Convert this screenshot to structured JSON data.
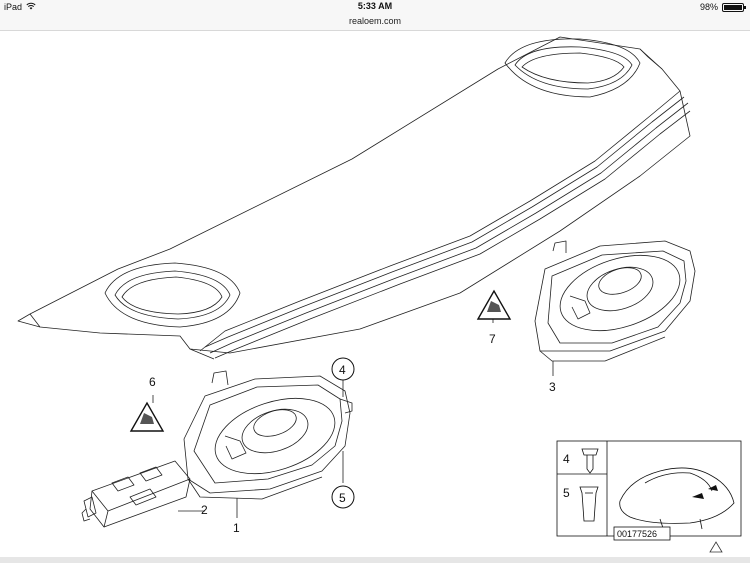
{
  "status_bar": {
    "device": "iPad",
    "time": "5:33 AM",
    "battery": "98%",
    "battery_level": 0.98
  },
  "browser": {
    "url": "realoem.com"
  },
  "diagram": {
    "callouts": {
      "part_1": "1",
      "part_2": "2",
      "part_3": "3",
      "part_4": "4",
      "part_5": "5",
      "part_6": "6",
      "part_7": "7"
    },
    "inset": {
      "label_4": "4",
      "label_5": "5",
      "reference_number": "00177526"
    }
  },
  "icons": {
    "wifi": "wifi-icon",
    "battery": "battery-icon",
    "warning": "warning-triangle-icon"
  }
}
